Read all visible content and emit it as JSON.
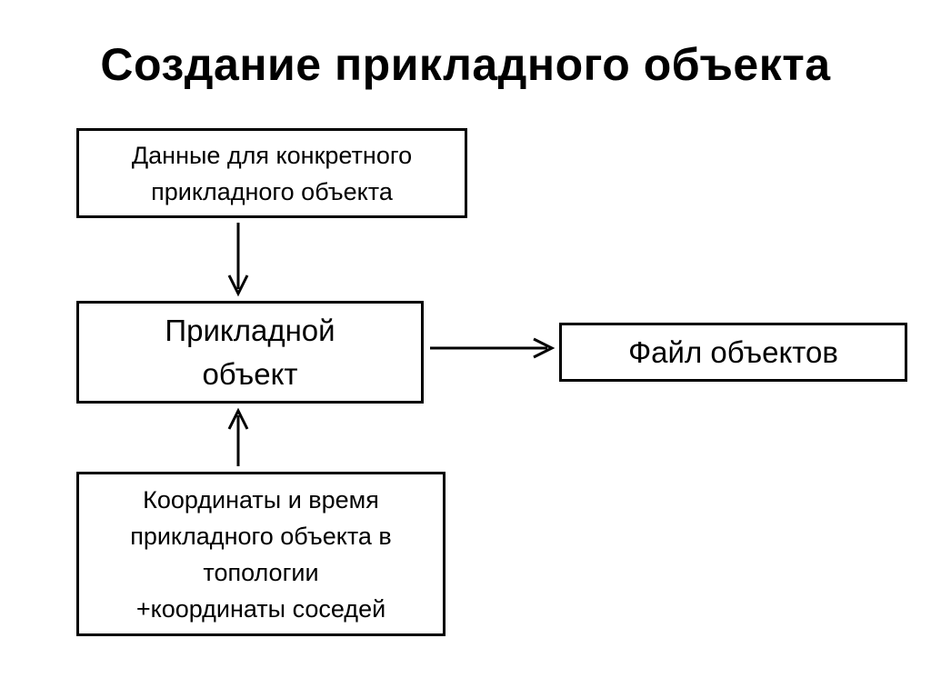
{
  "title": "Создание прикладного объекта",
  "boxes": {
    "data": "Данные для конкретного\nприкладного объекта",
    "object": "Прикладной\nобъект",
    "file": "Файл объектов",
    "coords": "Координаты и время\nприкладного объекта в\nтопологии\n+координаты соседей"
  },
  "colors": {
    "stroke": "#000000",
    "background": "#ffffff"
  }
}
